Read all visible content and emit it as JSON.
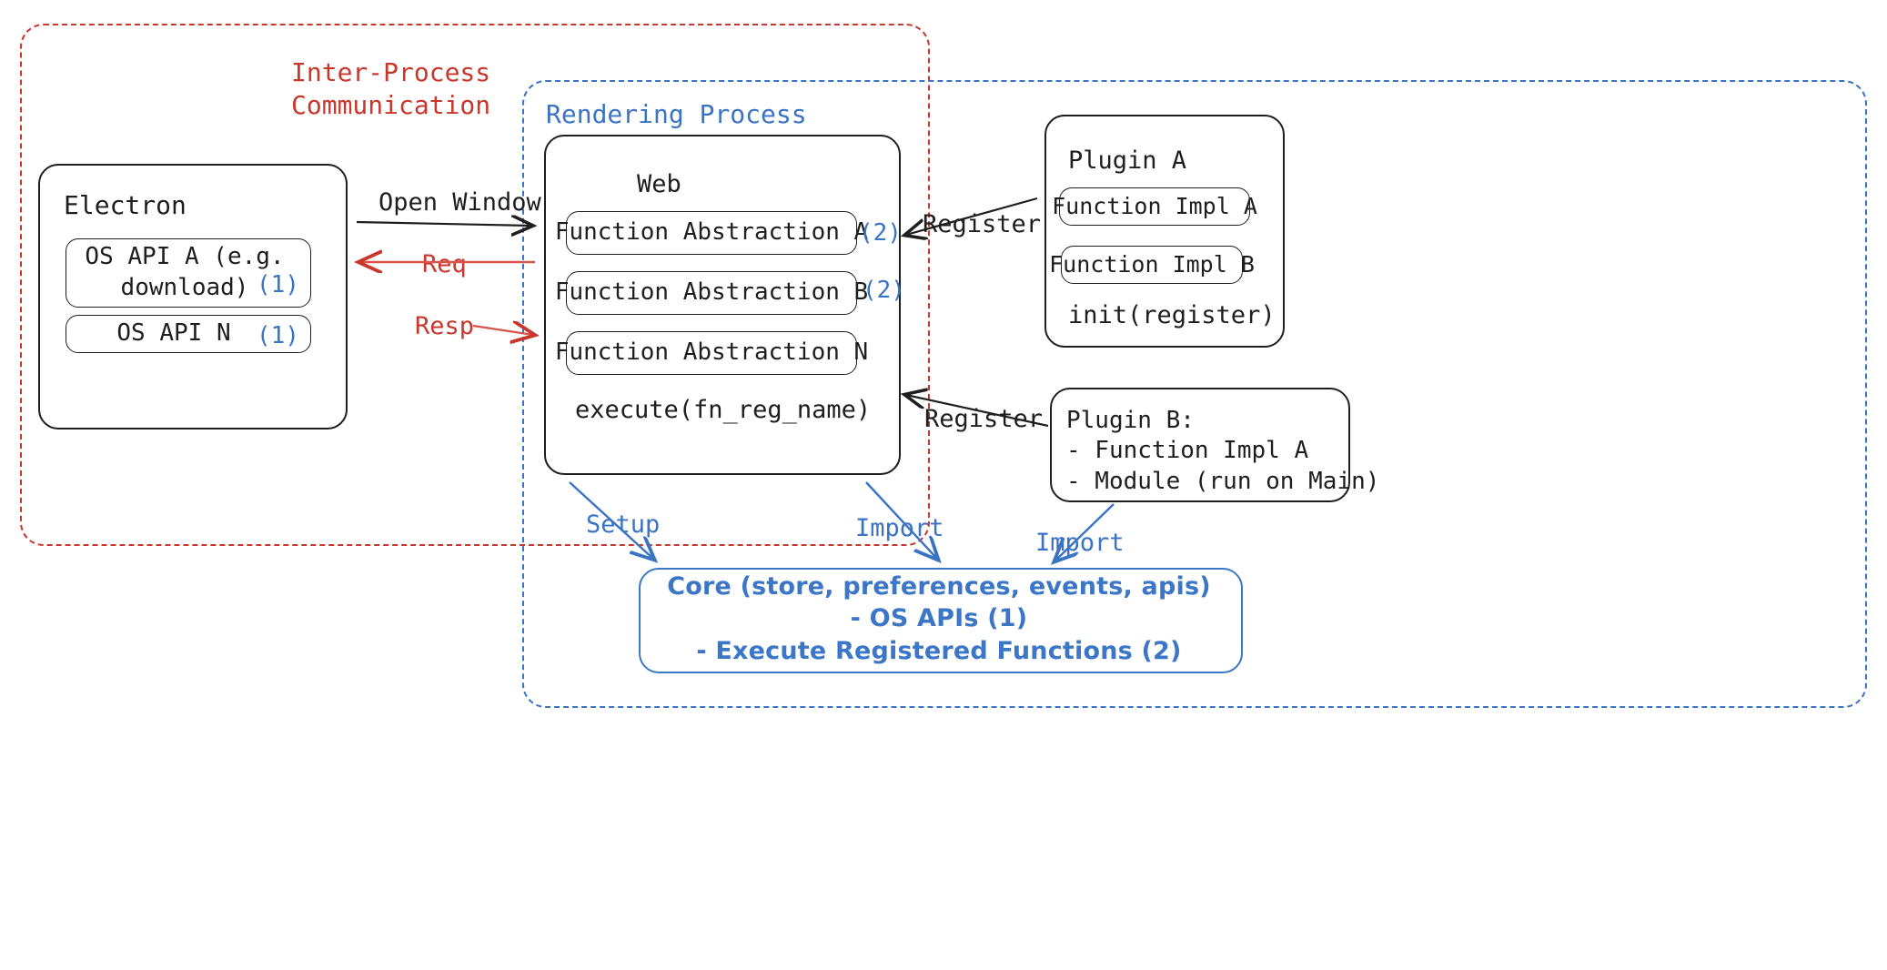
{
  "diagram": {
    "title": "Electron plugin architecture",
    "colors": {
      "ink": "#1e1e1e",
      "red": "#c9372c",
      "blue": "#3a73c4",
      "core_blue": "#3b76c7",
      "background": "#ffffff"
    }
  },
  "containers": {
    "ipc": {
      "label": "Inter-Process\nCommunication",
      "color": "#c9372c",
      "style": "dashed"
    },
    "rendering": {
      "label": "Rendering Process",
      "color": "#3a73c4",
      "style": "dashed"
    }
  },
  "electron": {
    "title": "Electron",
    "apis": [
      {
        "label": "OS API A (e.g.\ndownload)",
        "marker": "(1)"
      },
      {
        "label": "OS API N",
        "marker": "(1)"
      }
    ]
  },
  "web": {
    "title": "Web",
    "abstractions": [
      {
        "label": "Function Abstraction A",
        "marker": "(2)"
      },
      {
        "label": "Function Abstraction B",
        "marker": "(2)"
      },
      {
        "label": "Function Abstraction N",
        "marker": ""
      }
    ],
    "execute": "execute(fn_reg_name)"
  },
  "plugin_a": {
    "title": "Plugin A",
    "functions": [
      {
        "label": "Function Impl A"
      },
      {
        "label": "Function Impl B"
      }
    ],
    "init": "init(register)"
  },
  "plugin_b": {
    "lines": "Plugin B:\n- Function Impl A\n- Module (run on Main)"
  },
  "core": {
    "lines": "Core (store, preferences, events, apis)\n- OS APIs (1)\n- Execute Registered Functions (2)"
  },
  "edges": {
    "open_window": "Open Window",
    "req": "Req",
    "resp": "Resp",
    "register_a": "Register",
    "register_b": "Register",
    "setup": "Setup",
    "import_web": "Import",
    "import_plugin": "Import"
  }
}
